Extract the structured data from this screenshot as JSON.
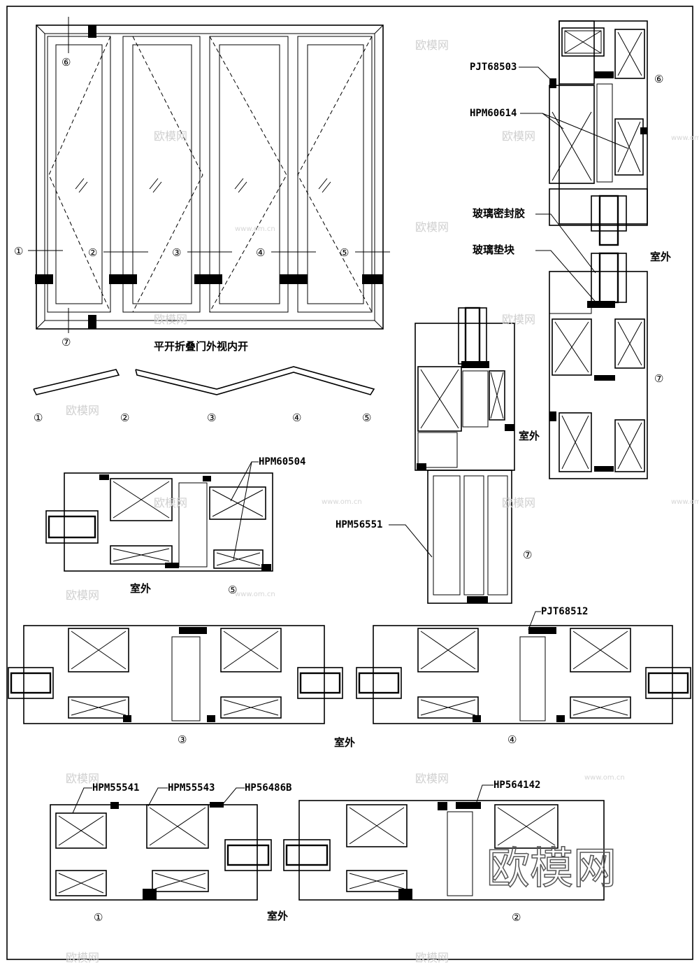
{
  "title": "平开折叠门外视内开",
  "room_out_label": "室外",
  "positions": [
    "①",
    "②",
    "③",
    "④",
    "⑤",
    "⑥",
    "⑦"
  ],
  "part_labels": {
    "pjt68503": "PJT68503",
    "hpm60614": "HPM60614",
    "glass_sealant": "玻璃密封胶",
    "glass_block": "玻璃垫块",
    "hpm60504": "HPM60504",
    "hpm56551": "HPM56551",
    "pjt68512": "PJT68512",
    "hpm55541": "HPM55541",
    "hpm55543": "HPM55543",
    "hp56486b": "HP56486B",
    "hp564142": "HP564142"
  },
  "watermark": {
    "logo": "欧模网",
    "site": "www.om.cn"
  }
}
